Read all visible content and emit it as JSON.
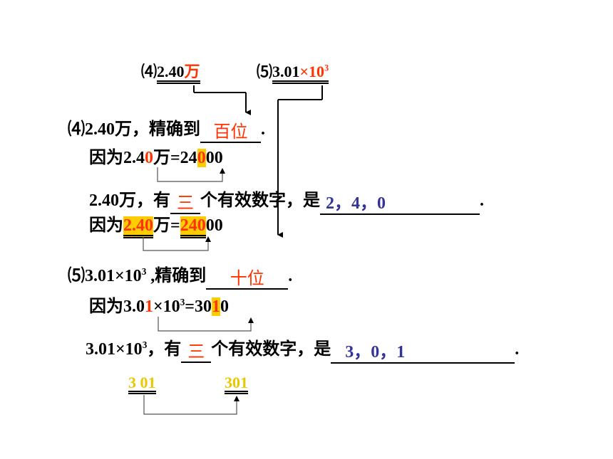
{
  "top": {
    "item4_label": "⑷",
    "item4_num": "2.40",
    "item4_unit": "万",
    "item5_label": "⑸",
    "item5_num": "3.01",
    "item5_exp": "×10",
    "item5_sup": "3"
  },
  "q4": {
    "label": "⑷2.40万，精确到",
    "answer": "百位",
    "end": ".",
    "because_pre": "因为2.4",
    "because_hl": "0",
    "because_mid": "万=24",
    "because_hl2": "0",
    "because_post": "00",
    "sig_pre": "2.40万，有",
    "sig_count": "三",
    "sig_mid": "个有效数字，是",
    "sig_digits": "2，4，0",
    "sig_end": ".",
    "because2_pre": "因为",
    "because2_u1": "2.40",
    "because2_mid": "万=",
    "because2_u2": "240",
    "because2_post": "00"
  },
  "q5": {
    "label_pre": "⑸3.01×10",
    "label_sup": "3",
    "label_post": " ,精确到",
    "answer": "十位",
    "end": ".",
    "because_pre": "因为3.0",
    "because_hl": "1",
    "because_mid": "×10",
    "because_sup": "3",
    "because_eq": "=30",
    "because_hl2": "1",
    "because_post": "0",
    "sig_pre": "3.01×10",
    "sig_sup": "3",
    "sig_mid1": "，有",
    "sig_count": "三",
    "sig_mid2": "个有效数字，是",
    "sig_digits": "3，0，1",
    "sig_end": ".",
    "bottom_left": "3 01",
    "bottom_right": "301"
  },
  "colors": {
    "answer": "#ff3300",
    "digits": "#333399",
    "highlight": "#ff3300",
    "yellow": "#e8c800"
  }
}
